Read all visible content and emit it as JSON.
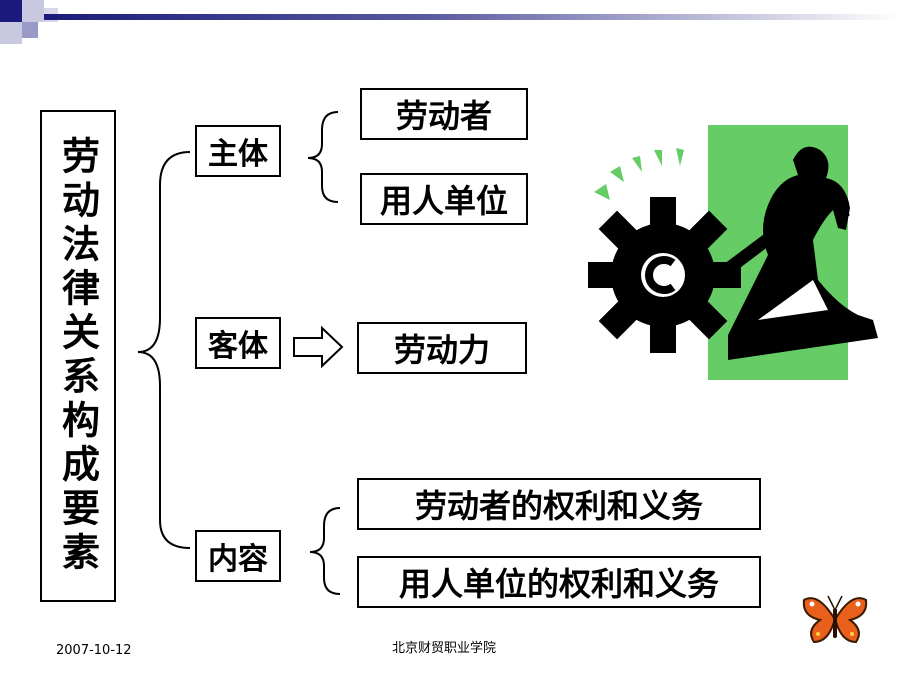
{
  "root": {
    "label": "劳动法律关系构成要素"
  },
  "categories": {
    "subject": {
      "label": "主体",
      "items": [
        "劳动者",
        "用人单位"
      ]
    },
    "object": {
      "label": "客体",
      "items": [
        "劳动力"
      ]
    },
    "content": {
      "label": "内容",
      "items": [
        "劳动者的权利和义务",
        "用人单位的权利和义务"
      ]
    }
  },
  "footer": {
    "date": "2007-10-12",
    "institution": "北京财贸职业学院"
  },
  "colors": {
    "header_bar": "#1a1a7a",
    "clipart_green": "#66cc66",
    "clipart_black": "#000000"
  },
  "icons": [
    "gear-worker-clipart-icon",
    "butterfly-icon",
    "arrow-right-icon"
  ]
}
